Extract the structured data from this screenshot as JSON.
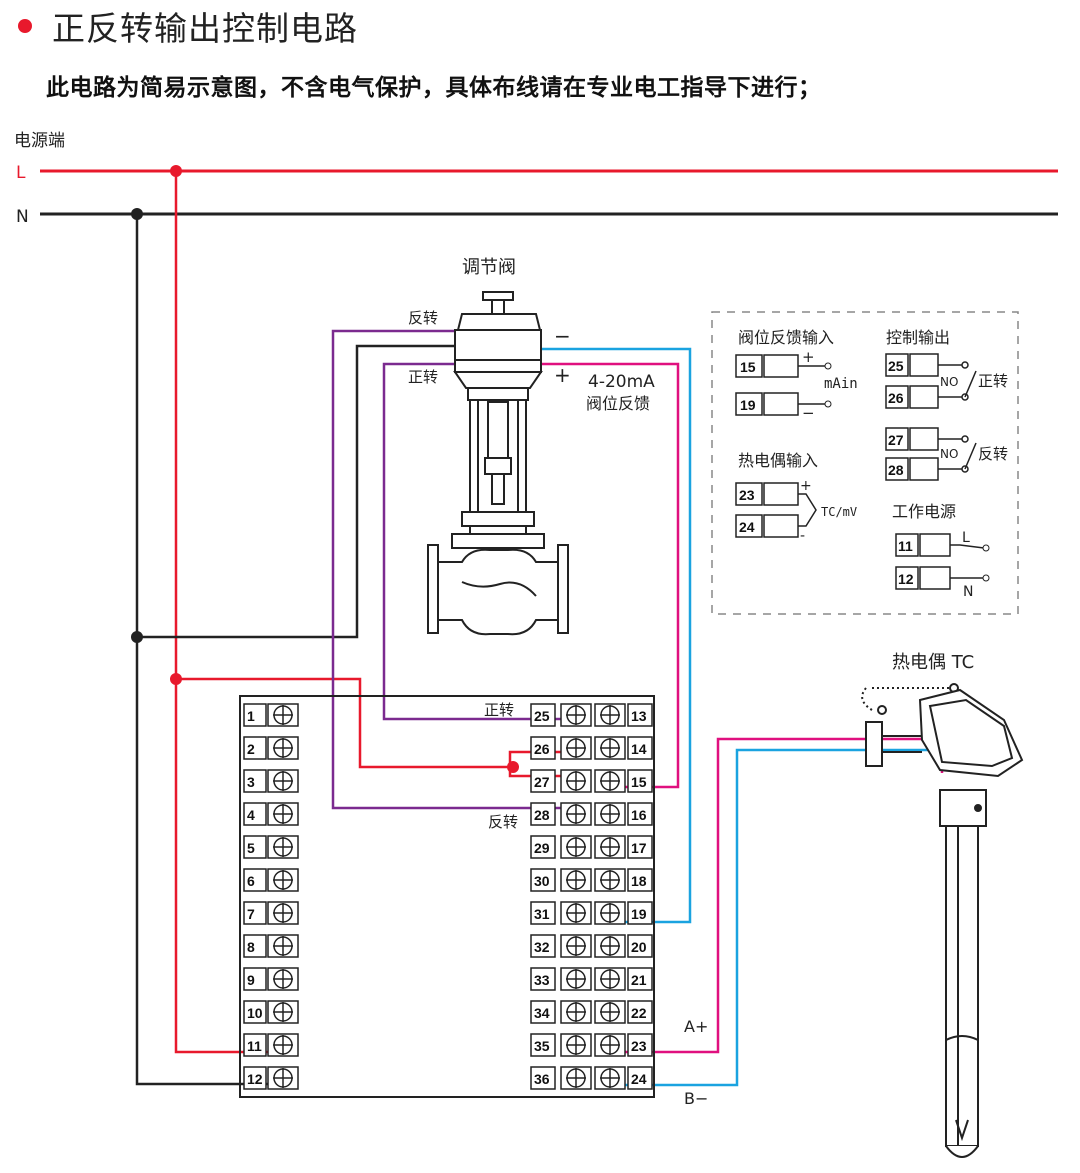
{
  "title": "正反转输出控制电路",
  "subtitle": "此电路为简易示意图，不含电气保护，具体布线请在专业电工指导下进行；",
  "colors": {
    "live": "#e8192c",
    "neutral": "#222222",
    "purple": "#7b2a8f",
    "pink": "#e0107f",
    "blue": "#1aa3e0"
  },
  "power": {
    "label": "电源端",
    "L": "L",
    "N": "N"
  },
  "valve": {
    "title": "调节阀",
    "reverse": "反转",
    "forward": "正转",
    "minus": "−",
    "plus": "+",
    "signal": "4-20mA",
    "signal_desc": "阀位反馈"
  },
  "terminals": {
    "left": [
      "1",
      "2",
      "3",
      "4",
      "5",
      "6",
      "7",
      "8",
      "9",
      "10",
      "11",
      "12"
    ],
    "middle": [
      "25",
      "26",
      "27",
      "28",
      "29",
      "30",
      "31",
      "32",
      "33",
      "34",
      "35",
      "36"
    ],
    "right": [
      "13",
      "14",
      "15",
      "16",
      "17",
      "18",
      "19",
      "20",
      "21",
      "22",
      "23",
      "24"
    ],
    "label_forward": "正转",
    "label_reverse": "反转",
    "label_a": "A+",
    "label_b": "B−"
  },
  "legend": {
    "valve_feedback": {
      "title": "阀位反馈输入",
      "t1": "15",
      "t2": "19",
      "plus": "+",
      "minus": "−",
      "unit": "mAin"
    },
    "control_output": {
      "title": "控制输出",
      "t1": "25",
      "t2": "26",
      "t3": "27",
      "t4": "28",
      "no1": "NO",
      "no2": "NO",
      "fwd": "正转",
      "rev": "反转"
    },
    "tc_input": {
      "title": "热电偶输入",
      "t1": "23",
      "t2": "24",
      "plus": "+",
      "minus": "-",
      "unit": "TC/mV"
    },
    "work_power": {
      "title": "工作电源",
      "t1": "11",
      "t2": "12",
      "L": "L",
      "N": "N"
    }
  },
  "thermocouple": {
    "title": "热电偶 TC"
  }
}
